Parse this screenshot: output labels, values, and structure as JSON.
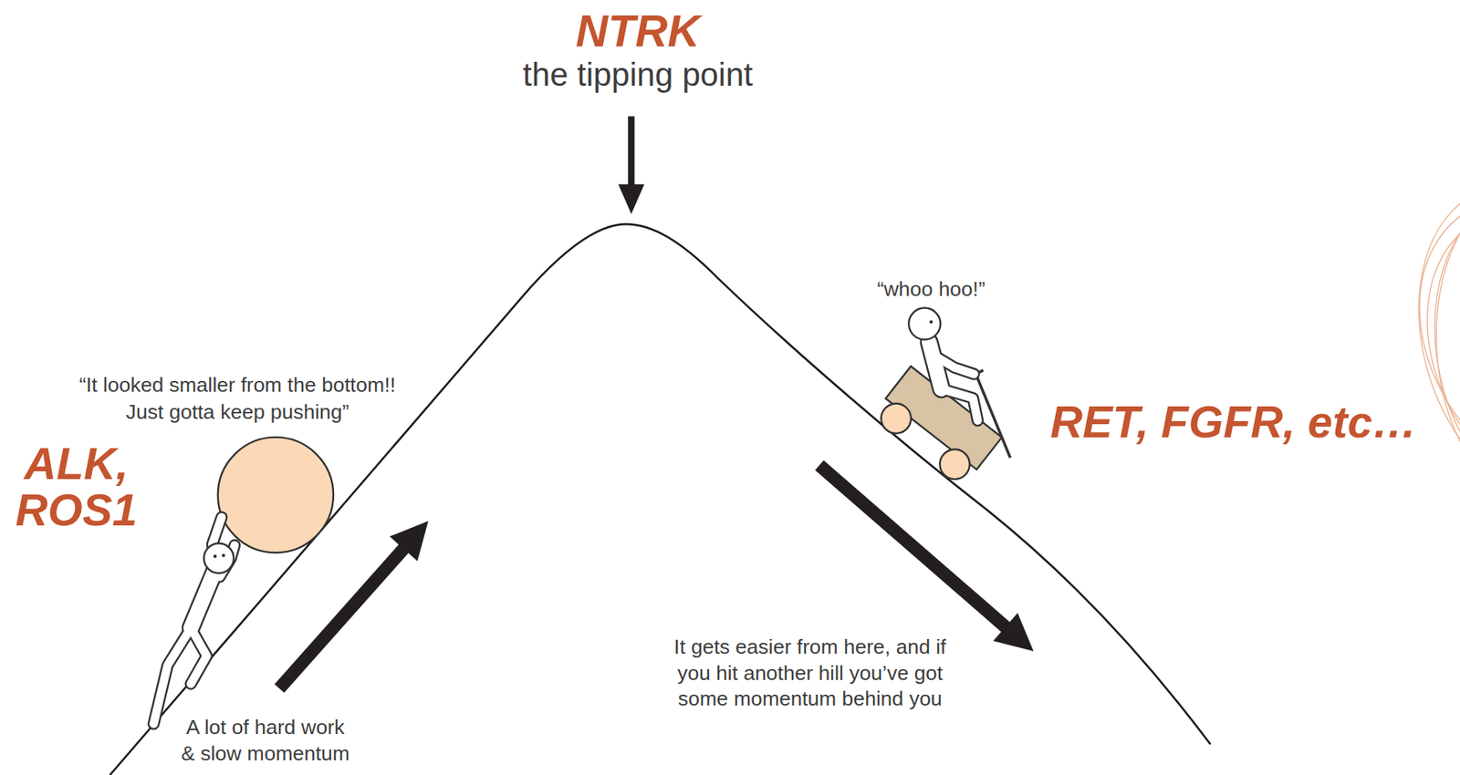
{
  "diagram": {
    "labels": [
      "NTRK",
      "the tipping point",
      "“It looked smaller from the bottom!! Just gotta keep pushing”",
      "ALK, ROS1",
      "“whoo hoo!”",
      "RET, FGFR, etc…",
      "A lot of hard work & slow momentum",
      "It gets easier from here, and if you hit another hill you’ve got some momentum behind you"
    ]
  }
}
